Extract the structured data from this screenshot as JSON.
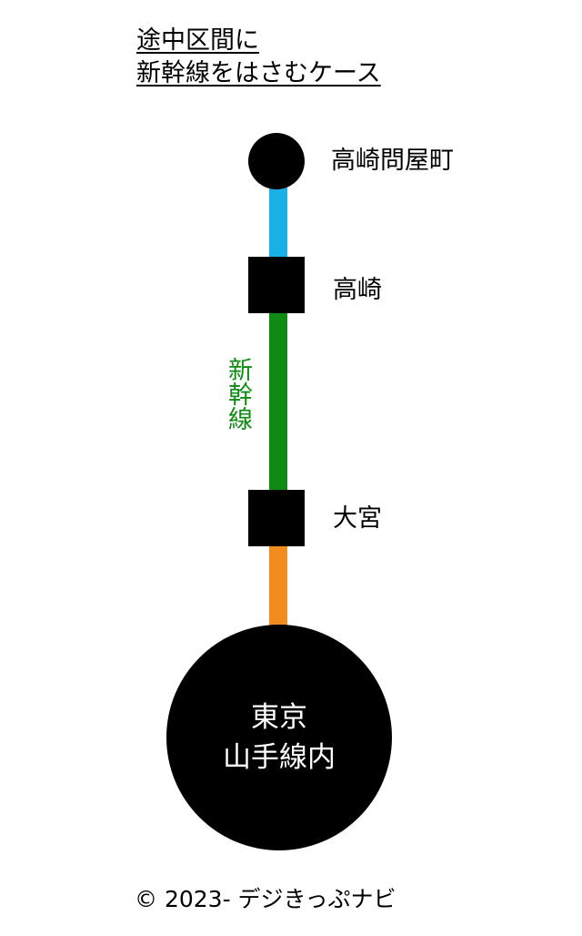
{
  "title": {
    "line1": "途中区間に",
    "line2": "新幹線をはさむケース"
  },
  "route": {
    "stations": [
      {
        "name": "高崎問屋町",
        "marker": "circle"
      },
      {
        "name": "高崎",
        "marker": "square"
      },
      {
        "name": "大宮",
        "marker": "square"
      }
    ],
    "segments": [
      {
        "from": "高崎問屋町",
        "to": "高崎",
        "color": "#1ab0e6"
      },
      {
        "from": "高崎",
        "to": "大宮",
        "color": "#0f8a12",
        "label": "新幹線"
      },
      {
        "from": "大宮",
        "to": "東京",
        "color": "#f28c1e"
      }
    ],
    "terminal": {
      "line1": "東京",
      "line2": "山手線内"
    }
  },
  "footer": {
    "copyright": "© 2023- デジきっぷナビ"
  }
}
